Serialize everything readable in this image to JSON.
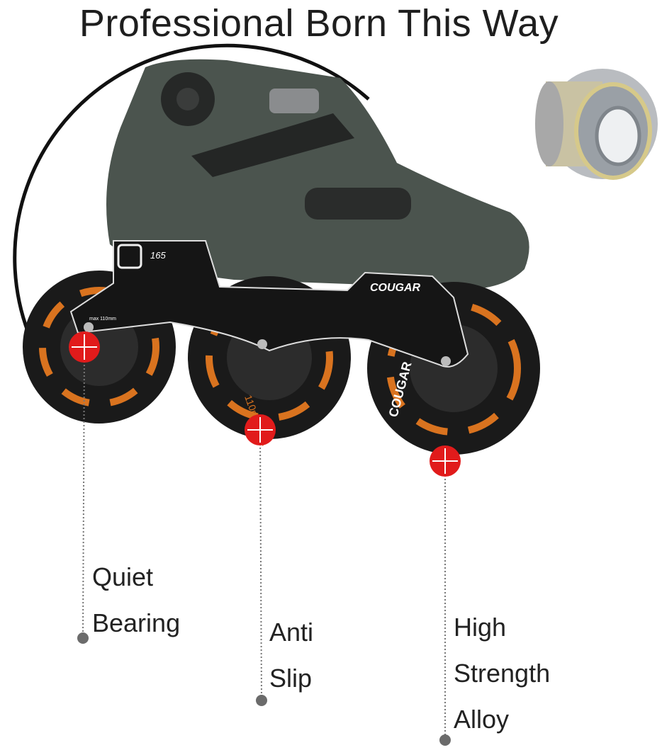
{
  "title": "Professional Born This Way",
  "frame": {
    "size_label": "165",
    "brand": "COUGAR",
    "max_label": "max 110mm"
  },
  "wheel": {
    "brand": "COUGAR",
    "spec": "110mm 85A"
  },
  "callouts": [
    {
      "lines": [
        "Quiet",
        "Bearing"
      ]
    },
    {
      "lines": [
        "Anti",
        "Slip"
      ]
    },
    {
      "lines": [
        "High",
        "Strength",
        "Alloy"
      ]
    }
  ],
  "colors": {
    "boot": "#4b544e",
    "frame": "#151515",
    "accent": "#d9731f",
    "marker": "#e11b1b"
  }
}
